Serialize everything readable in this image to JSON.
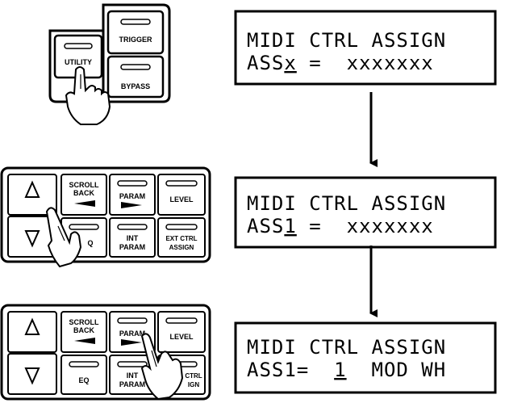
{
  "step1": {
    "panel": {
      "trigger_label": "TRIGGER",
      "utility_label": "UTILITY",
      "bypass_label": "BYPASS"
    },
    "lcd": {
      "line1": "MIDI CTRL ASSIGN",
      "line2_prefix": "ASS",
      "line2_cursor": "x",
      "line2_suffix": " =  xxxxxxx"
    }
  },
  "step2": {
    "panel": {
      "up_icon": "up-triangle-icon",
      "down_icon": "down-triangle-icon",
      "scroll_back_label_1": "SCROLL",
      "scroll_back_label_2": "BACK",
      "param_label": "PARAM",
      "level_label": "LEVEL",
      "eq_label": "Q",
      "int_param_label_1": "INT",
      "int_param_label_2": "PARAM",
      "ext_ctrl_label_1": "EXT CTRL",
      "ext_ctrl_label_2": "ASSIGN"
    },
    "lcd": {
      "line1": "MIDI CTRL ASSIGN",
      "line2_prefix": "ASS",
      "line2_cursor": "1",
      "line2_suffix": " =  xxxxxxx"
    }
  },
  "step3": {
    "panel": {
      "up_icon": "up-triangle-icon",
      "down_icon": "down-triangle-icon",
      "scroll_back_label_1": "SCROLL",
      "scroll_back_label_2": "BACK",
      "param_label": "PARAM",
      "level_label": "LEVEL",
      "eq_label": "EQ",
      "int_param_label_1": "INT",
      "int_param_label_2": "PARAM",
      "ext_ctrl_label_1": "CTRL",
      "ext_ctrl_label_2": "IGN"
    },
    "lcd": {
      "line1": "MIDI CTRL ASSIGN",
      "line2_prefix": "ASS1=  ",
      "line2_cursor": "1",
      "line2_suffix": "  MOD WH"
    }
  }
}
